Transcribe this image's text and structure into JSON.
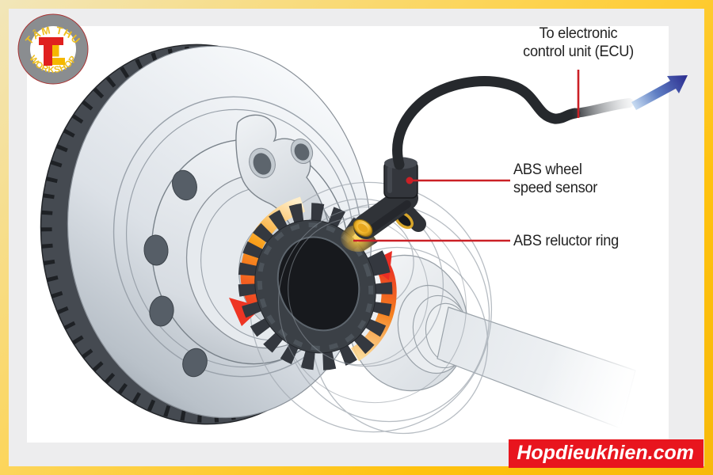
{
  "page": {
    "title": "ABS wheel speed sensor diagram"
  },
  "logo": {
    "top_text": "TÂM THU",
    "bottom_text": "WORKSHOP",
    "ring_color": "#8a8d90",
    "text_color": "#eebe1e",
    "monogram_red": "#e0201f",
    "monogram_gold": "#f5b800"
  },
  "labels": {
    "ecu": {
      "line1": "To electronic",
      "line2": "control unit (ECU)"
    },
    "sensor": {
      "line1": "ABS wheel",
      "line2": "speed sensor"
    },
    "reluctor": {
      "text": "ABS reluctor ring"
    }
  },
  "watermark": {
    "text": "Hopdieukhien.com",
    "bg_color": "#e8151e",
    "text_color": "#ffffff"
  },
  "colors": {
    "frame_yellow": "#ffc20e",
    "mat_gray": "#ededee",
    "canvas_white": "#ffffff",
    "leader_red": "#cb2026",
    "label_text": "#232323",
    "cable_black": "#26292d",
    "ecu_arrow_blue_dark": "#2e3192",
    "ecu_arrow_blue_light": "#bfdaf3",
    "rotation_arrow_yellow": "#ffeec9",
    "rotation_arrow_orange": "#f58220",
    "rotation_arrow_red": "#ee3524",
    "sensor_body": "#303338",
    "sensor_tip_gold": "#f6bd37",
    "reluctor_dark": "#3b4046",
    "disc_face_gray": "#d6dce2",
    "disc_rim_dark": "#454a51"
  }
}
